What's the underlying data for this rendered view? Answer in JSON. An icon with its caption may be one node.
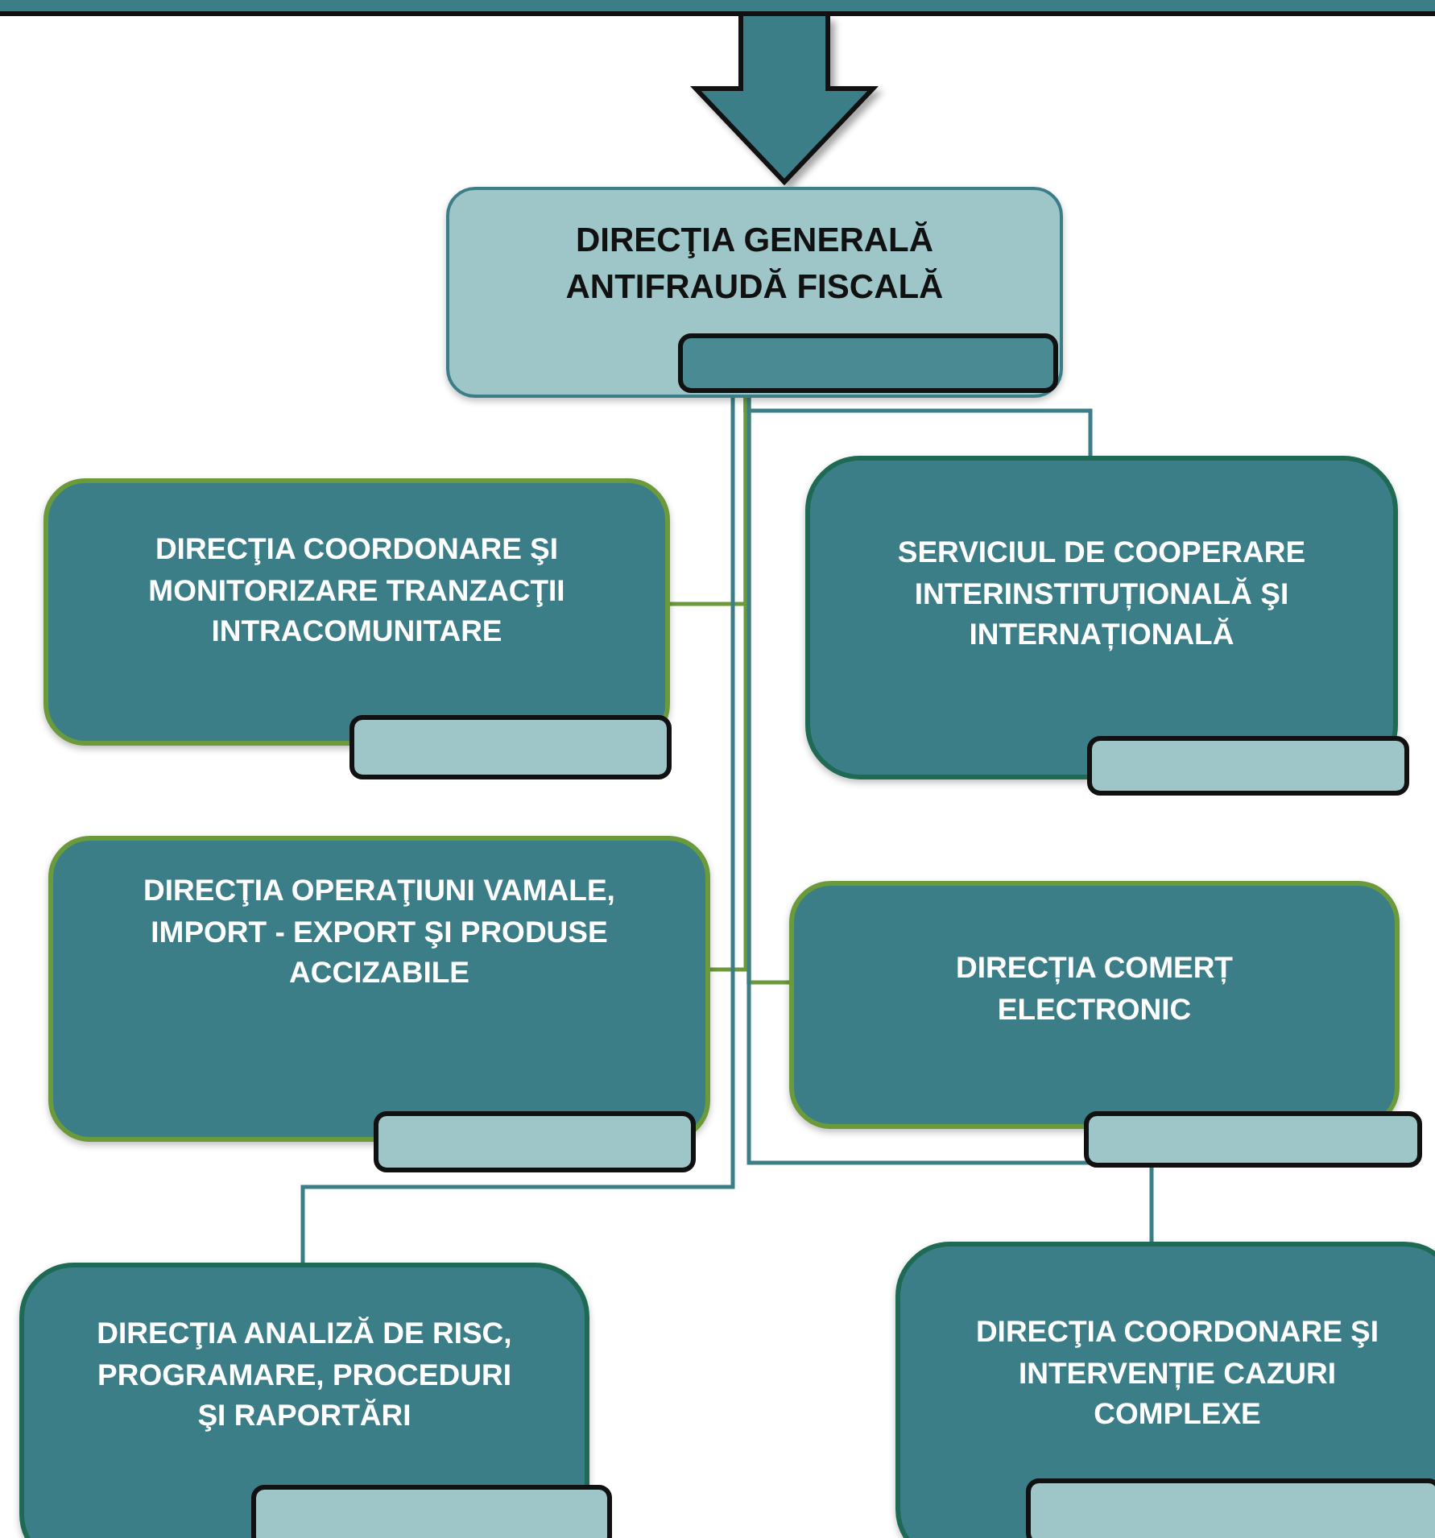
{
  "diagram": {
    "nodes": [
      {
        "text": [],
        "shape": "bar"
      },
      {
        "text": [
          "DIRECŢIA GENERALĂ ANTIFRAUDĂ FISCALĂ"
        ]
      },
      {
        "text": [
          "DIRECŢIA COORDONARE ŞI MONITORIZARE TRANZACŢII INTRACOMUNITARE"
        ]
      },
      {
        "text": [
          "SERVICIUL DE COOPERARE INTERINSTITUȚIONALĂ ŞI INTERNAȚIONALĂ"
        ]
      },
      {
        "text": [
          "DIRECŢIA OPERAŢIUNI VAMALE, IMPORT - EXPORT ŞI PRODUSE ACCIZABILE"
        ]
      },
      {
        "text": [
          "DIRECȚIA COMERȚ ELECTRONIC"
        ]
      },
      {
        "text": [
          "DIRECŢIA ANALIZĂ DE RISC, PROGRAMARE, PROCEDURI ŞI RAPORTĂRI"
        ]
      },
      {
        "text": [
          "DIRECŢIA COORDONARE ŞI INTERVENȚIE CAZURI COMPLEXE"
        ]
      },
      {
        "text": [],
        "shape": "box",
        "in": 1
      },
      {
        "text": [],
        "shape": "box"
      },
      {
        "text": [],
        "shape": "box"
      },
      {
        "text": [],
        "shape": "box"
      },
      {
        "text": [],
        "shape": "box"
      },
      {
        "text": [],
        "shape": "box",
        "in": 6
      },
      {
        "text": [],
        "shape": "box",
        "in": 7
      }
    ],
    "edges": [
      {
        "from": 0,
        "to": 1,
        "arrow": "to",
        "style": "thick"
      },
      {
        "from": 8,
        "to": 2,
        "arrow": "none",
        "color": "#6a9a3a"
      },
      {
        "from": 8,
        "to": 3,
        "arrow": "none"
      },
      {
        "from": 8,
        "to": 4,
        "arrow": "none",
        "color": "#6a9a3a"
      },
      {
        "from": 8,
        "to": 5,
        "arrow": "none",
        "color": "#6a9a3a"
      },
      {
        "from": 8,
        "to": 6,
        "arrow": "none"
      },
      {
        "from": 8,
        "to": 7,
        "arrow": "none"
      }
    ]
  }
}
